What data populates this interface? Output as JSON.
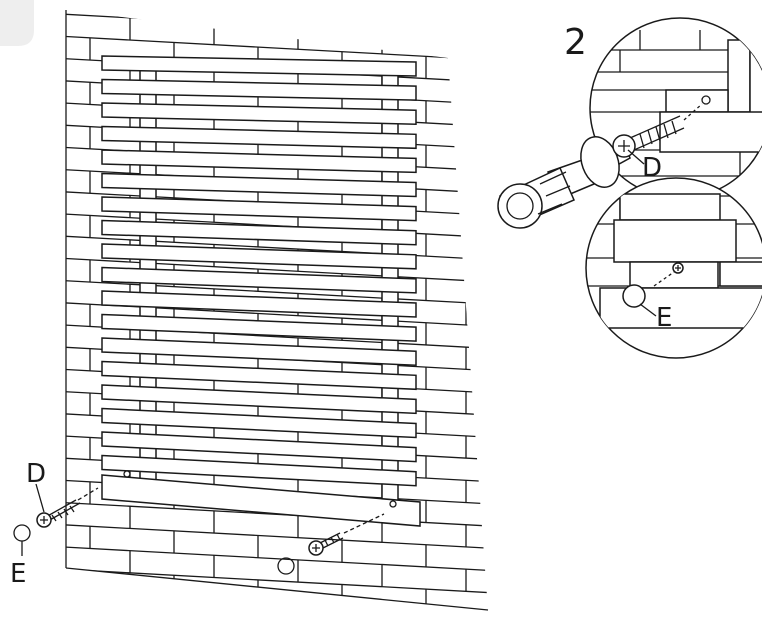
{
  "step_number": "2",
  "labels": {
    "screw_main": "D",
    "plug_main": "E",
    "screw_detail": "D",
    "plug_detail": "E"
  },
  "colors": {
    "ink": "#1a1a1a",
    "paper": "#ffffff",
    "corner_tab": "#eeeeee"
  }
}
